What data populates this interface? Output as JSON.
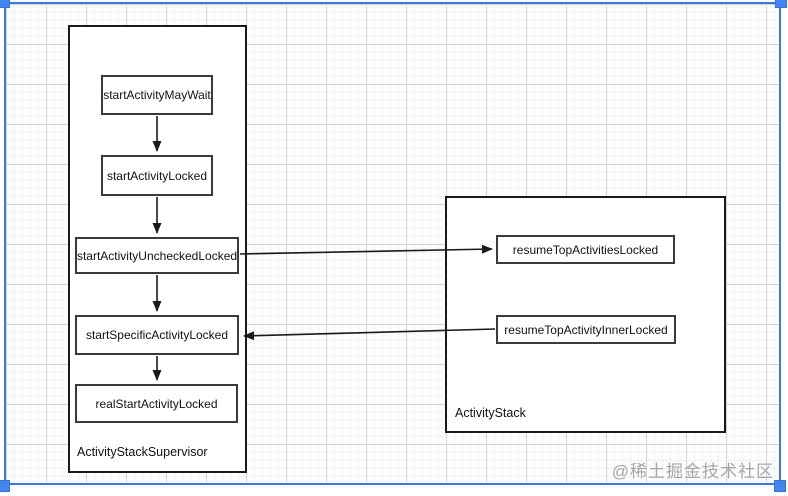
{
  "colors": {
    "selection_blue": "#4285f4",
    "frame_blue": "#3c78d8",
    "node_border": "#3a3a3a",
    "container_border": "#1a1a1a",
    "arrow_black": "#1a1a1a",
    "watermark_gray": "#a3a7ab"
  },
  "diagram": {
    "supervisor": {
      "label": "ActivityStackSupervisor",
      "nodes": {
        "start_activity_may_wait": "startActivityMayWait",
        "start_activity_locked": "startActivityLocked",
        "start_activity_unchecked_locked": "startActivityUncheckedLocked",
        "start_specific_activity_locked": "startSpecificActivityLocked",
        "real_start_activity_locked": "realStartActivityLocked"
      }
    },
    "stack": {
      "label": "ActivityStack",
      "nodes": {
        "resume_top_activities_locked": "resumeTopActivitiesLocked",
        "resume_top_activity_inner_locked": "resumeTopActivityInnerLocked"
      }
    }
  },
  "watermark": "@稀土掘金技术社区"
}
